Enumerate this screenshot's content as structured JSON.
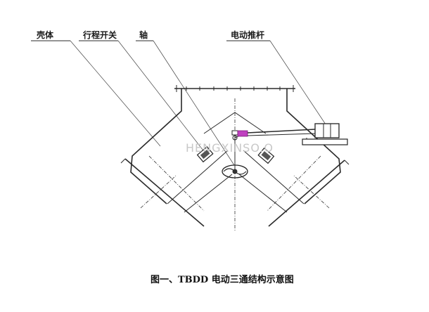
{
  "labels": {
    "shell": "壳体",
    "limit_switch": "行程开关",
    "shaft": "轴",
    "actuator": "电动推杆"
  },
  "watermark": "HENGXINSO.O",
  "caption": "图一、TBDD 电动三通结构示意图",
  "colors": {
    "line": "#2a2a2a",
    "accent": "#c040c0",
    "watermark": "#c8c8c8"
  }
}
